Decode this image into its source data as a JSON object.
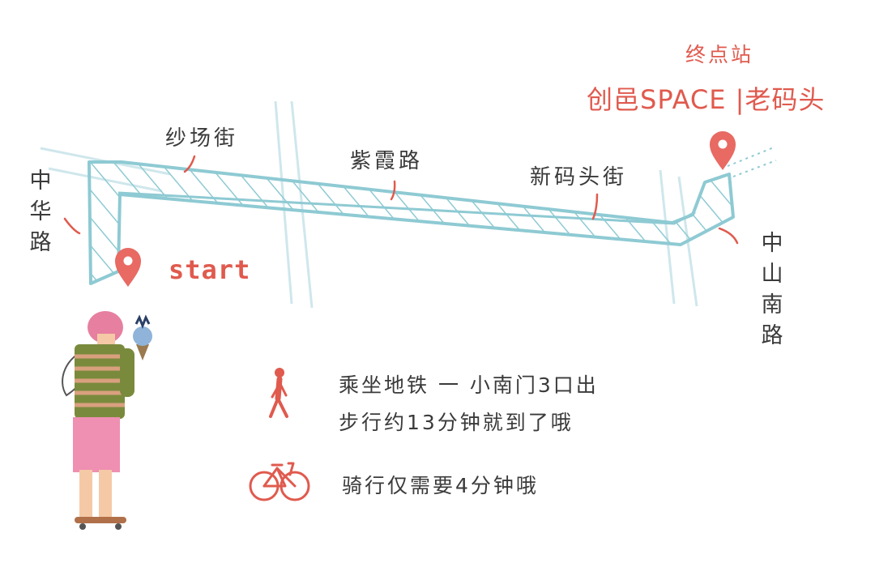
{
  "destination": {
    "caption": "终点站",
    "name": "创邑SPACE |老码头"
  },
  "start": {
    "label": "start"
  },
  "streets": {
    "shachang": "纱场街",
    "zixia": "紫霞路",
    "xinmatou": "新码头街",
    "zhonghua": [
      "中",
      "华",
      "路"
    ],
    "zhongshan_south": [
      "中",
      "山",
      "南",
      "路"
    ]
  },
  "directions": {
    "walk_line1": "乘坐地铁 一 小南门3口出",
    "walk_line2": "步行约13分钟就到了哦",
    "bike": "骑行仅需要4分钟哦"
  },
  "icons": {
    "start_pin": "location-pin-icon",
    "end_pin": "location-pin-icon",
    "walk": "walking-person-icon",
    "bike": "bicycle-icon"
  },
  "colors": {
    "road": "#8ecad3",
    "accent": "#e05a4e",
    "text": "#3a3a3a"
  }
}
